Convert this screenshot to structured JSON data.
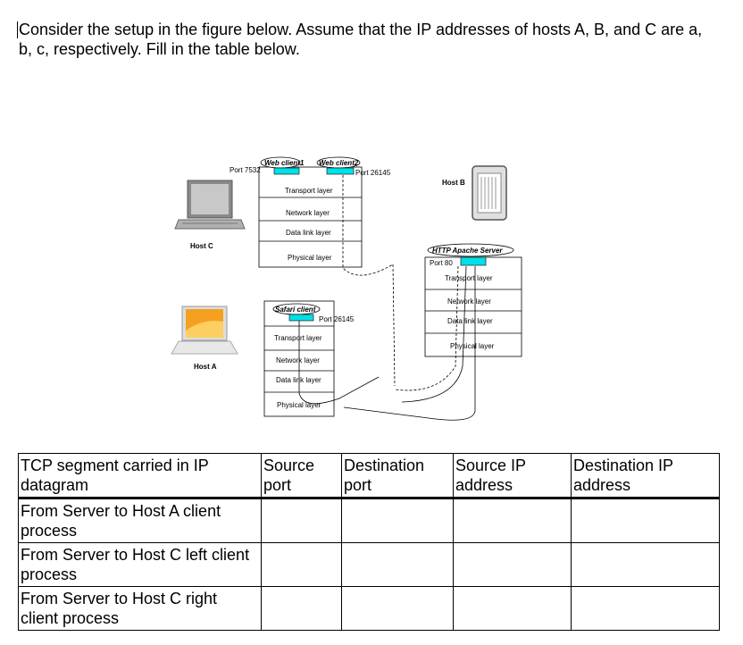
{
  "question": {
    "text": "Consider the setup in the figure below. Assume that the IP addresses of hosts A, B, and C are a, b, c, respectively. Fill in the table below."
  },
  "figure": {
    "host_c": {
      "label": "Host C",
      "port": "Port 7532",
      "clients": [
        "Web client1",
        "Web client2"
      ],
      "port2": "Port 26145",
      "layers": [
        "Transport layer",
        "Network layer",
        "Data link layer",
        "Physical layer"
      ]
    },
    "host_a": {
      "label": "Host A",
      "client": "Safari client",
      "port": "Port 26145",
      "layers": [
        "Transport layer",
        "Network layer",
        "Data link layer",
        "Physical layer"
      ]
    },
    "host_b": {
      "label": "Host B",
      "server": "HTTP Apache Server",
      "port": "Port 80",
      "layers": [
        "Transport layer",
        "Network layer",
        "Data link layer",
        "Physical layer"
      ]
    }
  },
  "table": {
    "headers": [
      "TCP segment carried in IP datagram",
      "Source port",
      "Destination port",
      "Source IP address",
      "Destination IP address"
    ],
    "rows": [
      [
        "From Server to Host A client process",
        "",
        "",
        "",
        ""
      ],
      [
        "From Server to Host C left client process",
        "",
        "",
        "",
        ""
      ],
      [
        "From Server to Host C right client process",
        "",
        "",
        "",
        ""
      ]
    ]
  }
}
